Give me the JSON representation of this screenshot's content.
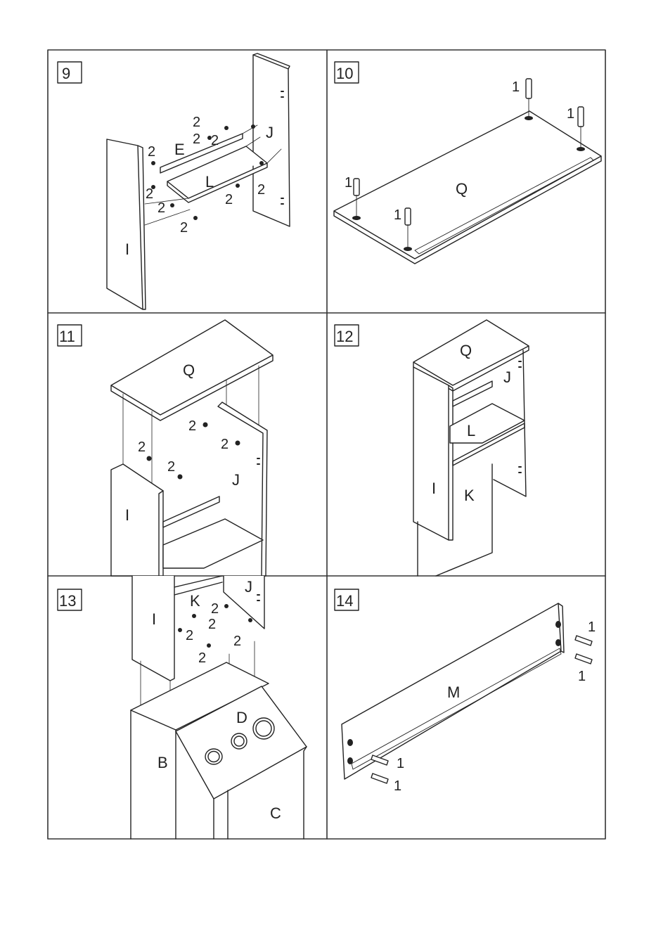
{
  "steps": [
    {
      "number": "9",
      "parts": [
        "I",
        "E",
        "L",
        "J"
      ],
      "fastener_labels": [
        "2",
        "2",
        "2",
        "2",
        "2",
        "2",
        "2",
        "2",
        "2"
      ]
    },
    {
      "number": "10",
      "parts": [
        "Q"
      ],
      "fastener_labels": [
        "1",
        "1",
        "1",
        "1"
      ]
    },
    {
      "number": "11",
      "parts": [
        "Q",
        "I",
        "J"
      ],
      "fastener_labels": [
        "2",
        "2",
        "2",
        "2"
      ]
    },
    {
      "number": "12",
      "parts": [
        "Q",
        "J",
        "L",
        "I",
        "K"
      ],
      "fastener_labels": []
    },
    {
      "number": "13",
      "parts": [
        "K",
        "J",
        "I",
        "D",
        "B",
        "C"
      ],
      "fastener_labels": [
        "2",
        "2",
        "2",
        "2",
        "2"
      ]
    },
    {
      "number": "14",
      "parts": [
        "M"
      ],
      "fastener_labels": [
        "1",
        "1",
        "1",
        "1"
      ]
    }
  ],
  "colors": {
    "line": "#222222",
    "panel": "#ffffff",
    "frame": "#333333"
  }
}
